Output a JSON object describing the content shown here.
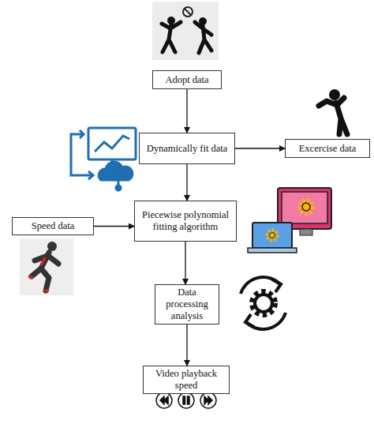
{
  "diagram": {
    "nodes": [
      {
        "text": [
          "Adopt data"
        ]
      },
      {
        "text": [
          "Dynamically fit data"
        ]
      },
      {
        "text": [
          "Excercise data"
        ]
      },
      {
        "text": [
          "Speed data"
        ]
      },
      {
        "text": [
          "Piecewise polynomial fitting algorithm"
        ]
      },
      {
        "text": [
          "Data processing analysis"
        ]
      },
      {
        "text": [
          "Video playback speed"
        ]
      }
    ],
    "edges": [
      {
        "from": 0,
        "to": 1,
        "arrow": "to"
      },
      {
        "from": 1,
        "to": 2,
        "arrow": "to"
      },
      {
        "from": 1,
        "to": 4,
        "arrow": "to"
      },
      {
        "from": 3,
        "to": 4,
        "arrow": "to"
      },
      {
        "from": 4,
        "to": 5,
        "arrow": "to"
      },
      {
        "from": 5,
        "to": 6,
        "arrow": "to"
      }
    ]
  }
}
